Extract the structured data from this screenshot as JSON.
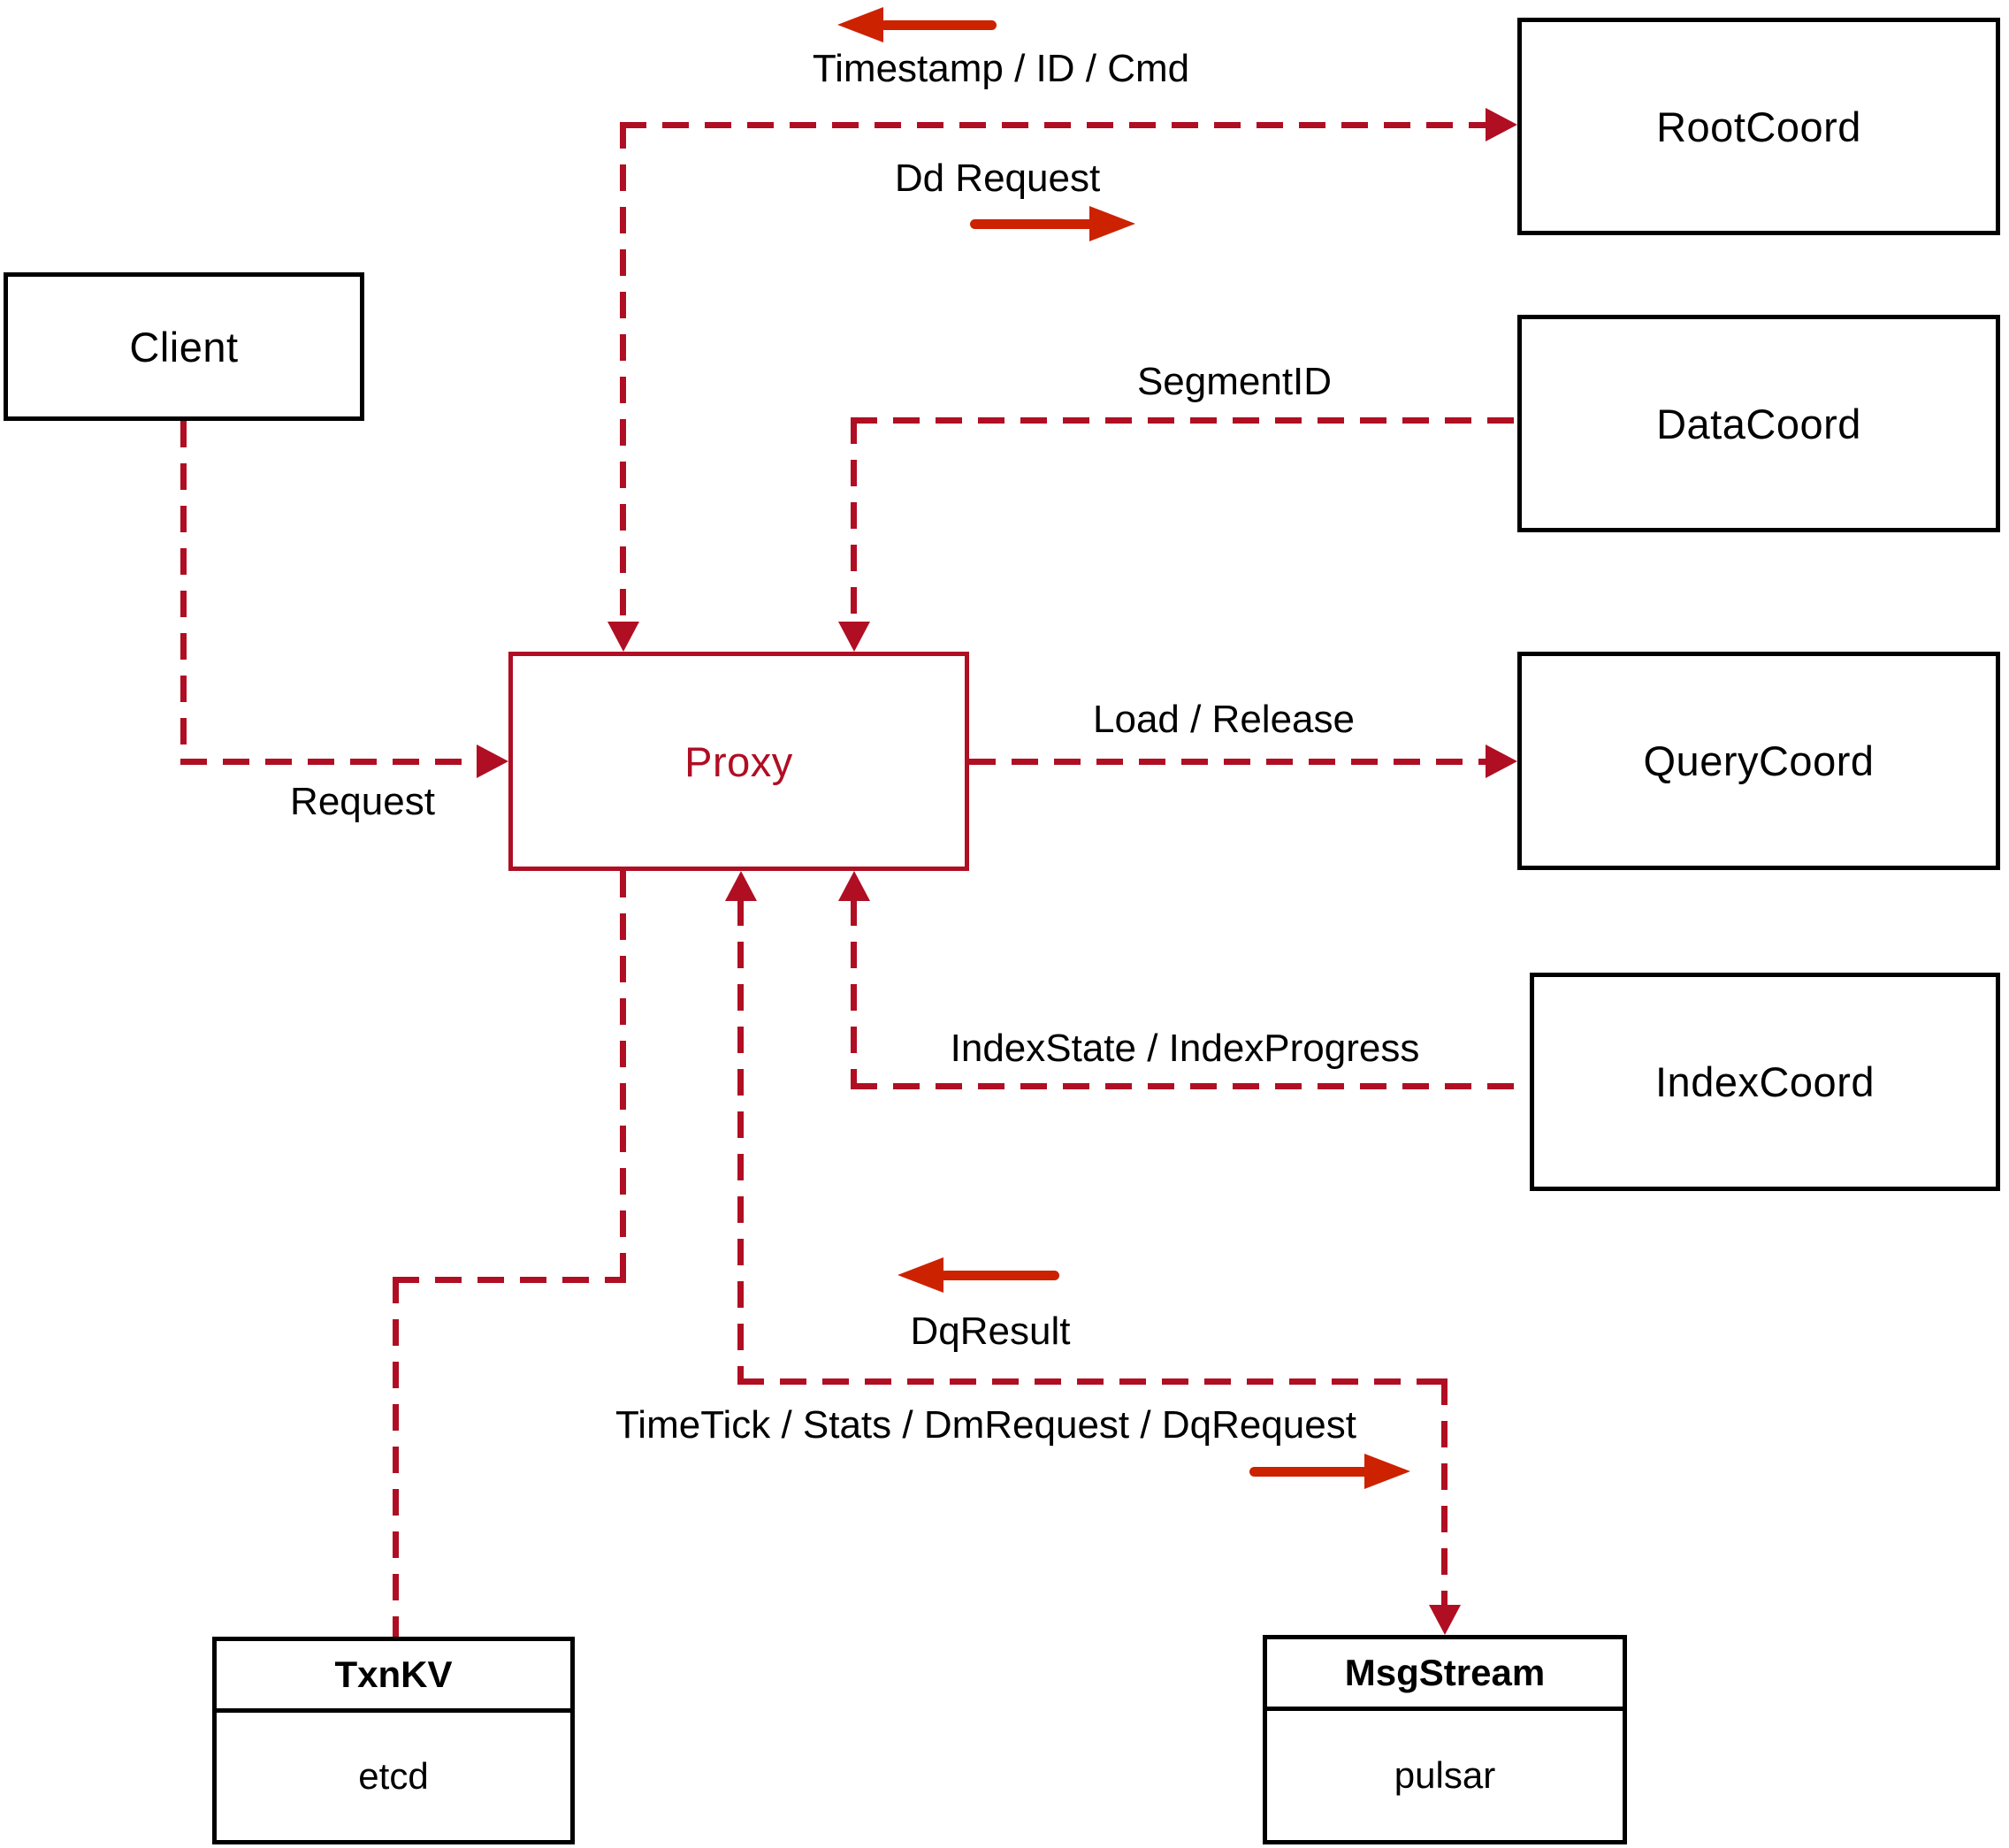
{
  "nodes": {
    "client": {
      "label": "Client"
    },
    "proxy": {
      "label": "Proxy"
    },
    "rootcoord": {
      "label": "RootCoord"
    },
    "datacoord": {
      "label": "DataCoord"
    },
    "querycoord": {
      "label": "QueryCoord"
    },
    "indexcoord": {
      "label": "IndexCoord"
    }
  },
  "tables": {
    "txnkv": {
      "header": "TxnKV",
      "body": "etcd"
    },
    "msgstream": {
      "header": "MsgStream",
      "body": "pulsar"
    }
  },
  "edges": {
    "timestamp_id_cmd": "Timestamp / ID / Cmd",
    "dd_request": "Dd Request",
    "segment_id": "SegmentID",
    "request": "Request",
    "load_release": "Load / Release",
    "index_state": "IndexState / IndexProgress",
    "dq_result": "DqResult",
    "timetick": "TimeTick / Stats / DmRequest / DqRequest"
  },
  "colors": {
    "dashed_line": "#b00e23",
    "solid_arrow": "#cc2200",
    "node_border": "#000000",
    "text": "#000000",
    "background": "#ffffff"
  }
}
